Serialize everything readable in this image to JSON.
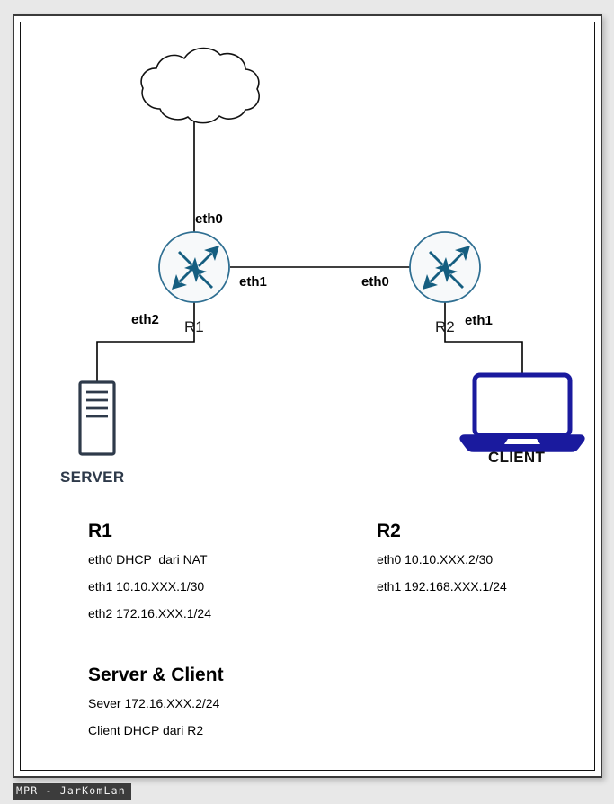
{
  "watermark": "MPR - JarKomLan",
  "colors": {
    "router_icon": "#155e80",
    "router_circle_stroke": "#2f6f92",
    "router_circle_fill": "#f7f9fa",
    "laptop": "#1a1a9e",
    "server": "#2e3a4a",
    "link_line": "#000000",
    "cloud_stroke": "#111111",
    "page_frame": "#3a3a3a",
    "watermark_bg": "#3c3c3c"
  },
  "diagram": {
    "nodes": {
      "cloud": {
        "name": "internet-cloud",
        "label": ""
      },
      "r1": {
        "name": "R1",
        "label": "R1"
      },
      "r2": {
        "name": "R2",
        "label": "R2"
      },
      "server": {
        "name": "SERVER",
        "label": "SERVER"
      },
      "client": {
        "name": "CLIENT",
        "label": "CLIENT"
      }
    },
    "interface_labels": {
      "r1_eth0": "eth0",
      "r1_eth1": "eth1",
      "r1_eth2": "eth2",
      "r2_eth0": "eth0",
      "r2_eth1": "eth1"
    },
    "links": [
      {
        "from": "cloud",
        "to": "r1",
        "via_interface": "eth0"
      },
      {
        "from": "r1",
        "to": "r2",
        "from_interface": "eth1",
        "to_interface": "eth0"
      },
      {
        "from": "r1",
        "to": "server",
        "from_interface": "eth2"
      },
      {
        "from": "r2",
        "to": "client",
        "from_interface": "eth1"
      }
    ]
  },
  "config": {
    "r1": {
      "heading": "R1",
      "lines": [
        "eth0 DHCP  dari NAT",
        "eth1 10.10.XXX.1/30",
        "eth2 172.16.XXX.1/24"
      ]
    },
    "r2": {
      "heading": "R2",
      "lines": [
        "eth0 10.10.XXX.2/30",
        "eth1 192.168.XXX.1/24"
      ]
    },
    "server_client": {
      "heading": "Server & Client",
      "lines": [
        "Sever 172.16.XXX.2/24",
        "Client DHCP dari R2"
      ]
    }
  }
}
